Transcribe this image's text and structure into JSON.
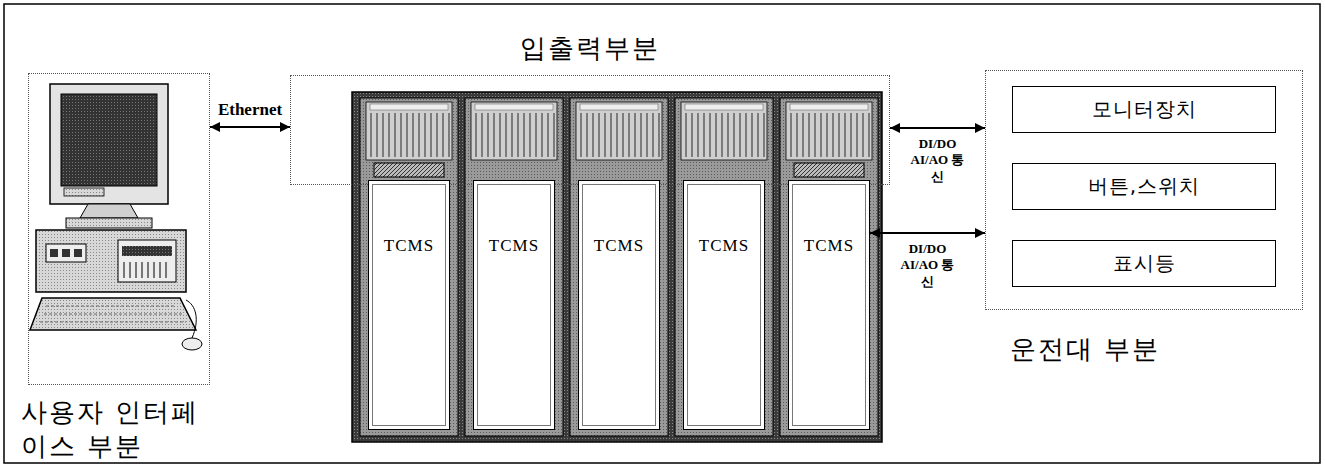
{
  "diagram": {
    "nodes": [
      {
        "text": [
          "사용자 인터페이스 부분"
        ]
      },
      {
        "text": [
          "입출력부분"
        ]
      },
      {
        "text": [
          "TCMS"
        ]
      },
      {
        "text": [
          "TCMS"
        ]
      },
      {
        "text": [
          "TCMS"
        ]
      },
      {
        "text": [
          "TCMS"
        ]
      },
      {
        "text": [
          "TCMS"
        ]
      },
      {
        "text": [
          "운전대 부분"
        ]
      },
      {
        "text": [
          "모니터장치"
        ],
        "in": 7
      },
      {
        "text": [
          "버튼,스위치"
        ],
        "in": 7
      },
      {
        "text": [
          "표시등"
        ],
        "in": 7
      }
    ],
    "edges": [
      {
        "from": 0,
        "to": 1,
        "arrow": "both",
        "label": "Ethernet"
      },
      {
        "from": 1,
        "to": 7,
        "arrow": "both",
        "label": "DI/DO AI/AO 통신"
      },
      {
        "from": 6,
        "to": 7,
        "arrow": "both",
        "label": "DI/DO AI/AO 통신"
      }
    ]
  }
}
